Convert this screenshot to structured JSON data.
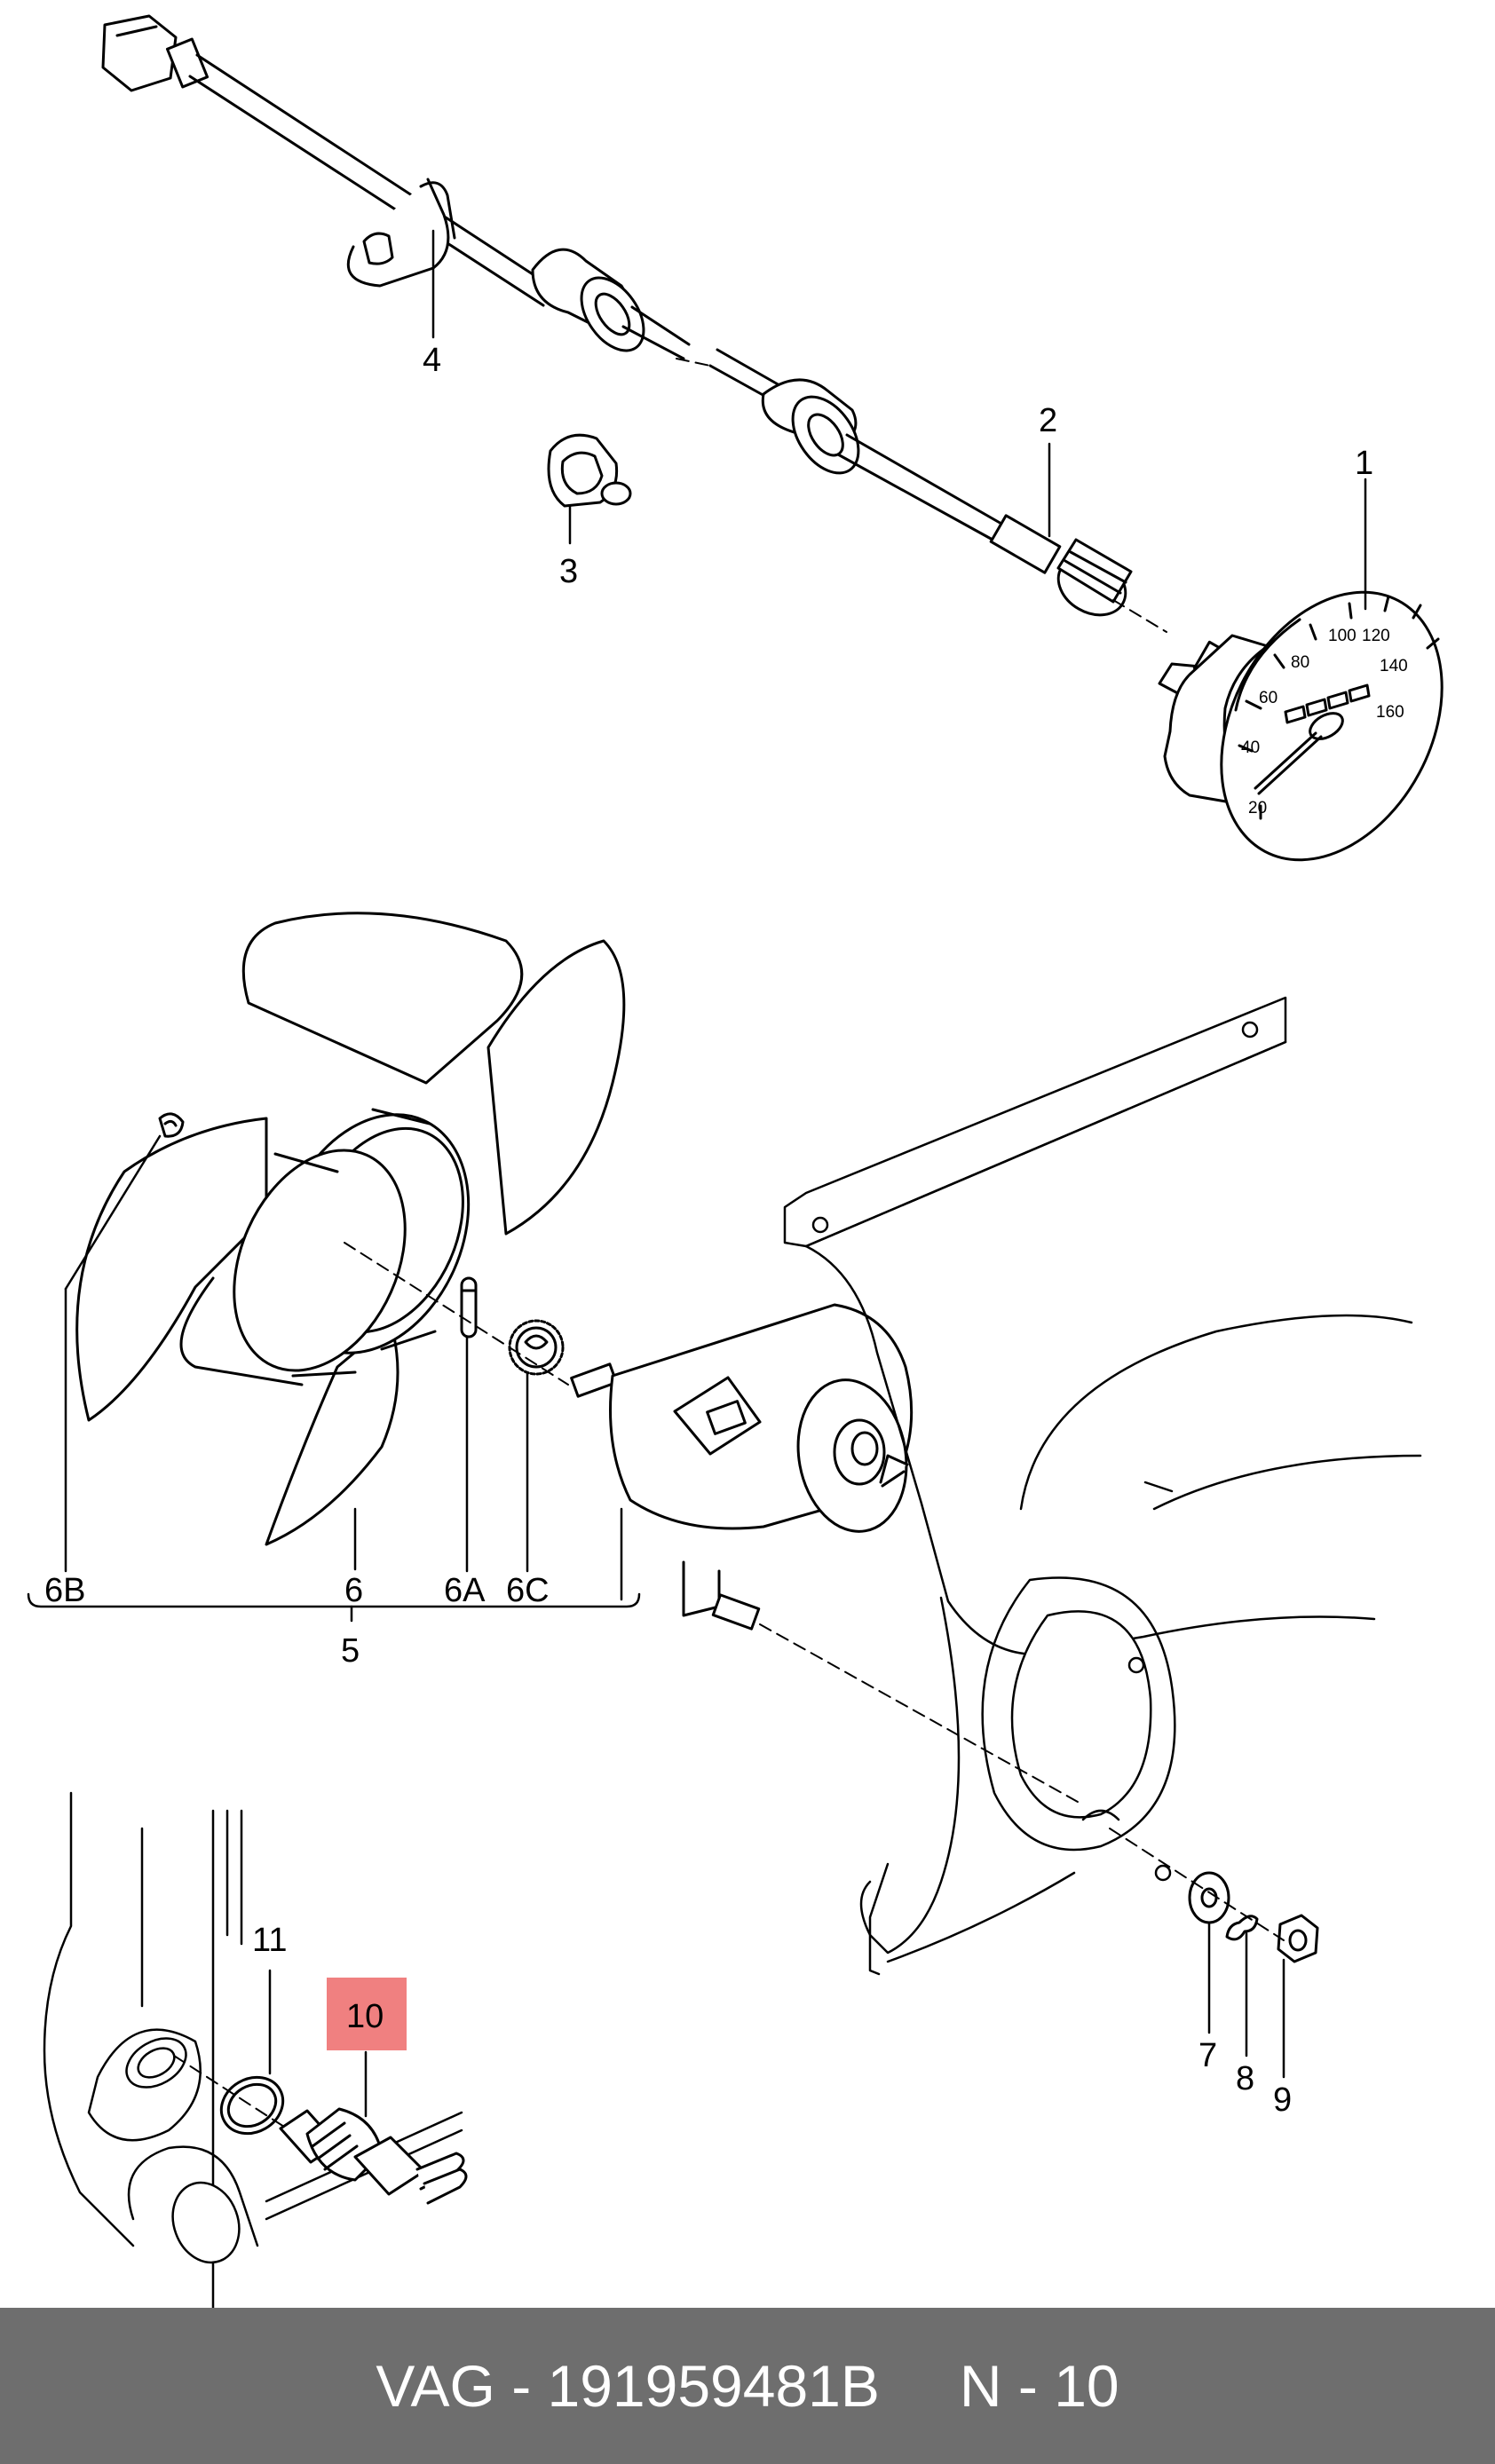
{
  "labels": {
    "l1": "1",
    "l2": "2",
    "l3": "3",
    "l4": "4",
    "l5": "5",
    "l6": "6",
    "l6a": "6A",
    "l6b": "6B",
    "l6c": "6C",
    "l7": "7",
    "l8": "8",
    "l9": "9",
    "l10": "10",
    "l11": "11"
  },
  "speedometer_scale": [
    "20",
    "40",
    "60",
    "80",
    "100",
    "120",
    "140",
    "160"
  ],
  "highlight_color": "#f08080",
  "footer": {
    "brand": "VAG",
    "separator": "-",
    "part_number": "191959481B",
    "position": "N - 10"
  }
}
